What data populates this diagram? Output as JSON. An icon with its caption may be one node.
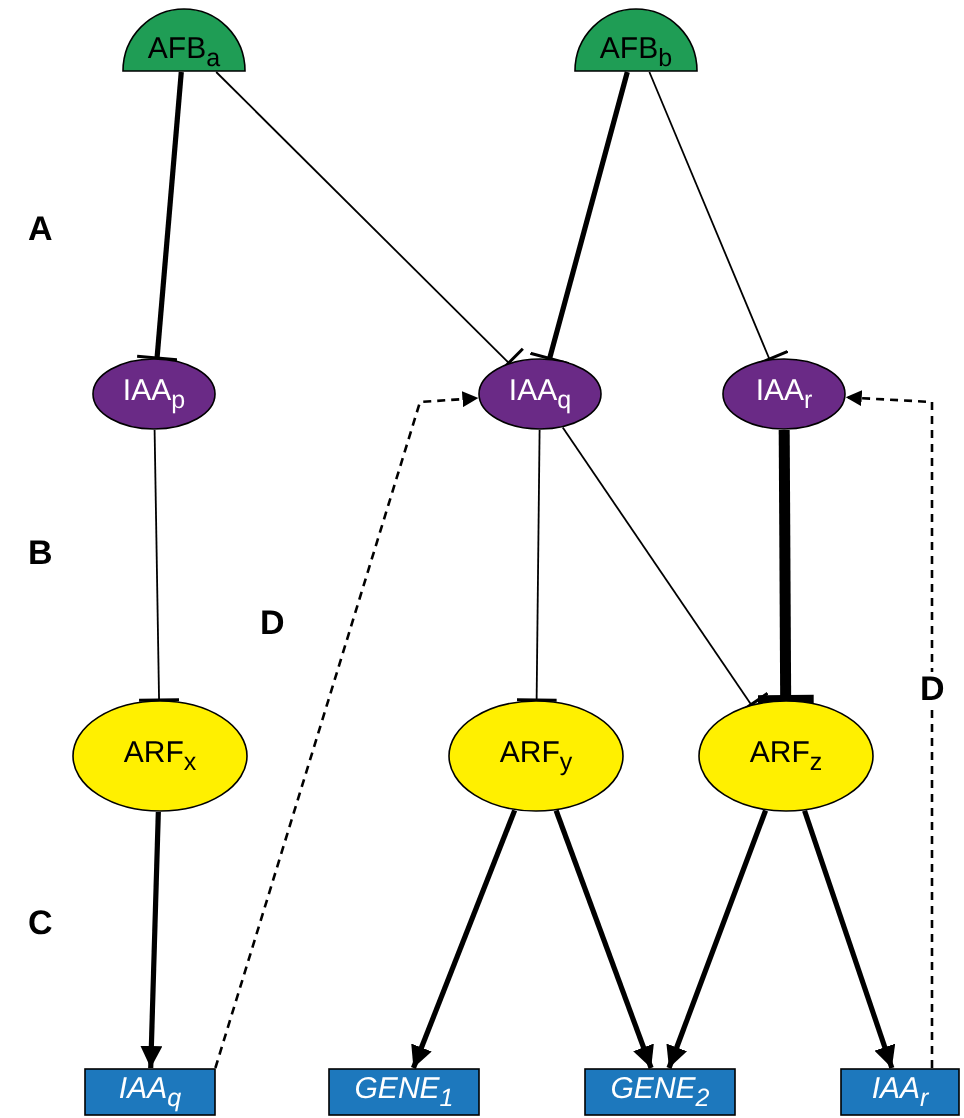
{
  "diagram": {
    "nodes": [
      {
        "text": [
          "AFB$_{a}$"
        ]
      },
      {
        "text": [
          "AFB$_{b}$"
        ]
      },
      {
        "text": [
          "IAA$_{p}$"
        ]
      },
      {
        "text": [
          "IAA$_{q}$"
        ]
      },
      {
        "text": [
          "IAA$_{r}$"
        ]
      },
      {
        "text": [
          "ARF$_{x}$"
        ]
      },
      {
        "text": [
          "ARF$_{y}$"
        ]
      },
      {
        "text": [
          "ARF$_{z}$"
        ]
      },
      {
        "text": [
          "IAA$_{q}$"
        ]
      },
      {
        "text": [
          "GENE$_{1}$"
        ]
      },
      {
        "text": [
          "GENE$_{2}$"
        ]
      },
      {
        "text": [
          "IAA$_{r}$"
        ]
      }
    ],
    "edges": [
      {
        "from": 0,
        "to": 2,
        "arrow": "other"
      },
      {
        "from": 0,
        "to": 3,
        "arrow": "other"
      },
      {
        "from": 1,
        "to": 3,
        "arrow": "other"
      },
      {
        "from": 1,
        "to": 4,
        "arrow": "other"
      },
      {
        "from": 2,
        "to": 5,
        "arrow": "other"
      },
      {
        "from": 3,
        "to": 6,
        "arrow": "other"
      },
      {
        "from": 3,
        "to": 7,
        "arrow": "other"
      },
      {
        "from": 4,
        "to": 7,
        "arrow": "other",
        "style": "thick"
      },
      {
        "from": 5,
        "to": 8,
        "arrow": "to"
      },
      {
        "from": 6,
        "to": 9,
        "arrow": "to"
      },
      {
        "from": 6,
        "to": 10,
        "arrow": "to"
      },
      {
        "from": 7,
        "to": 10,
        "arrow": "to"
      },
      {
        "from": 7,
        "to": 11,
        "arrow": "to"
      },
      {
        "from": 8,
        "to": 3,
        "arrow": "to",
        "style": "dashed",
        "label": "D"
      },
      {
        "from": 11,
        "to": 4,
        "arrow": "to",
        "style": "dashed",
        "label": "D"
      }
    ],
    "labels": [
      "A",
      "B",
      "C"
    ]
  }
}
